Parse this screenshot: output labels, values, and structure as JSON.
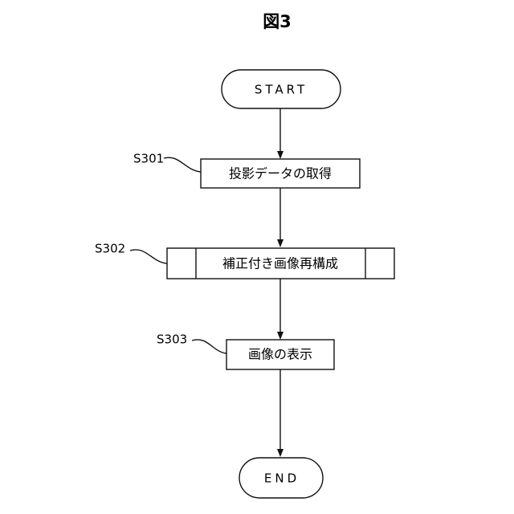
{
  "figure": {
    "title": "図3"
  },
  "flowchart": {
    "start": "START",
    "end": "END",
    "steps": [
      {
        "id": "S301",
        "text": "投影データの取得",
        "type": "process"
      },
      {
        "id": "S302",
        "text": "補正付き画像再構成",
        "type": "predefined-process"
      },
      {
        "id": "S303",
        "text": "画像の表示",
        "type": "process"
      }
    ]
  }
}
